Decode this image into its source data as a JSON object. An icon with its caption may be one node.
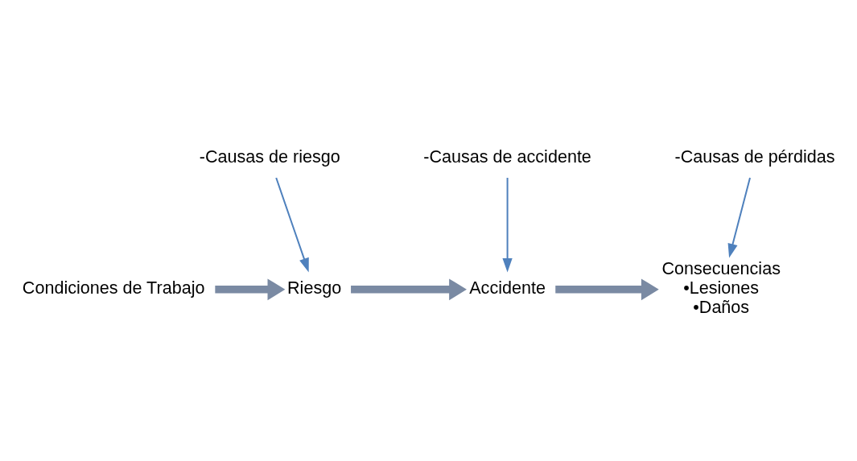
{
  "diagram": {
    "nodes": [
      {
        "text": [
          "-Causas de pérdidas"
        ]
      },
      {
        "text": [
          "-Causas de accidente"
        ]
      },
      {
        "text": [
          "-Causas de riesgo"
        ]
      },
      {
        "text": [
          "Condiciones de Trabajo"
        ]
      },
      {
        "text": [
          "Riesgo"
        ]
      },
      {
        "text": [
          "Accidente"
        ]
      },
      {
        "text": [
          "Consecuencias",
          "•Lesiones",
          "•Daños"
        ]
      }
    ],
    "edges": [
      {
        "from": 2,
        "to": 4,
        "arrow": "to"
      },
      {
        "from": 1,
        "to": 5,
        "arrow": "to"
      },
      {
        "from": 0,
        "to": 6,
        "arrow": "to"
      },
      {
        "from": 3,
        "to": 4,
        "arrow": "to",
        "style": "thick",
        "color": "#7a8aa3"
      },
      {
        "from": 4,
        "to": 5,
        "arrow": "to",
        "style": "thick",
        "color": "#7a8aa3"
      },
      {
        "from": 5,
        "to": 6,
        "arrow": "to",
        "style": "thick",
        "color": "#7a8aa3"
      }
    ]
  }
}
